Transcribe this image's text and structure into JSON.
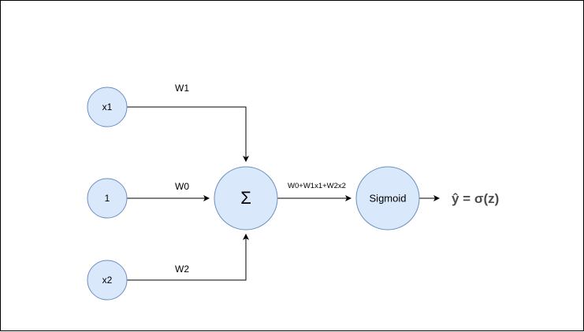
{
  "diagram": {
    "nodes": {
      "x1": {
        "label": "x1",
        "color": "#dae8fc",
        "border": "#6c8ebf"
      },
      "bias": {
        "label": "1",
        "color": "#dae8fc",
        "border": "#6c8ebf"
      },
      "x2": {
        "label": "x2",
        "color": "#dae8fc",
        "border": "#6c8ebf"
      },
      "sum": {
        "label": "Σ",
        "color": "#dae8fc",
        "border": "#6c8ebf"
      },
      "sigmoid": {
        "label": "Sigmoid",
        "color": "#dae8fc",
        "border": "#6c8ebf"
      }
    },
    "edges": {
      "w1": {
        "label": "W1"
      },
      "w0": {
        "label": "W0"
      },
      "w2": {
        "label": "W2"
      },
      "sum_to_sigmoid": {
        "label": "W0+W1x1+W2x2"
      }
    },
    "output": {
      "label": "ŷ = σ(z)",
      "color": "#4d4d4d"
    }
  }
}
